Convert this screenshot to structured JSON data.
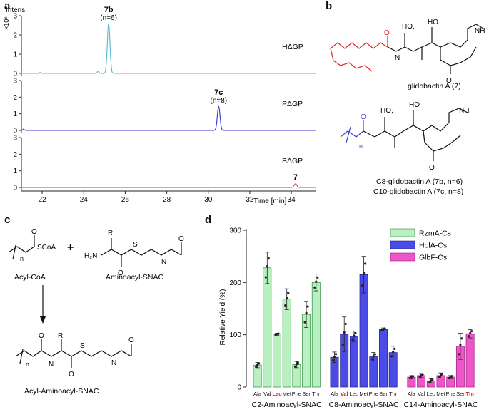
{
  "panel_labels": {
    "a": "a",
    "b": "b",
    "c": "c",
    "d": "d"
  },
  "panel_a": {
    "y_label": "Intens.",
    "y_exponent": "×10⁶",
    "x_label": "Time [min]",
    "x_ticks": [
      "22",
      "24",
      "26",
      "28",
      "30",
      "32",
      "34"
    ],
    "traces": [
      {
        "name": "HΔGP",
        "color": "#4fb8cf",
        "peak_label": "7b",
        "peak_note": "(n=6)",
        "y_ticks": [
          "0",
          "1",
          "2",
          "3"
        ]
      },
      {
        "name": "PΔGP",
        "color": "#3434d0",
        "peak_label": "7c",
        "peak_note": "(n=8)",
        "y_ticks": [
          "0",
          "1",
          "2",
          "3"
        ]
      },
      {
        "name": "BΔGP",
        "color": "#e03a3a",
        "peak_label": "7",
        "peak_note": "",
        "y_ticks": [
          "0",
          "1",
          "2",
          "3"
        ]
      }
    ]
  },
  "panel_b": {
    "top_caption": "glidobactin A (7)",
    "bottom_caption_1": "C8-glidobactin A (7b, n=6)",
    "bottom_caption_2": "C10-glidobactin A (7c, n=8)",
    "atoms": {
      "ho": "HO",
      "oh": "HO,",
      "nh": "NH",
      "n": "N",
      "h": "H",
      "o": "O",
      "sub_n": "n"
    }
  },
  "panel_c": {
    "acyl_coa": "Acyl-CoA",
    "aminoacyl_snac": "Aminoacyl-SNAC",
    "product": "Acyl-Aminoacyl-SNAC",
    "plus": "+",
    "atoms": {
      "scoa": "SCoA",
      "r": "R",
      "h2n": "H₂N",
      "s": "S",
      "n": "N",
      "h": "H",
      "o": "O",
      "sub_n": "n"
    }
  },
  "chart_data": {
    "type": "bar",
    "ylabel": "Relative Yield (%)",
    "ylim": [
      0,
      300
    ],
    "yticks": [
      0,
      100,
      200,
      300
    ],
    "legend_position": "top-right",
    "groups": [
      {
        "name": "C2-Aminoacyl-SNAC",
        "series": "RzmA-Cs",
        "categories": [
          "Ala",
          "Val",
          "Leu",
          "Met",
          "Phe",
          "Ser",
          "Thr"
        ],
        "highlight": [
          "Leu"
        ],
        "values": [
          42,
          228,
          101,
          168,
          43,
          139,
          200
        ],
        "errors": [
          5,
          30,
          2,
          20,
          6,
          25,
          16
        ]
      },
      {
        "name": "C8-Aminoacyl-SNAC",
        "series": "HolA-Cs",
        "categories": [
          "Ala",
          "Val",
          "Leu",
          "Met",
          "Phe",
          "Ser",
          "Thr"
        ],
        "highlight": [
          "Val"
        ],
        "values": [
          57,
          101,
          97,
          215,
          58,
          110,
          66
        ],
        "errors": [
          10,
          33,
          10,
          35,
          8,
          3,
          12
        ]
      },
      {
        "name": "C14-Aminoacyl-SNAC",
        "series": "GlbF-Cs",
        "categories": [
          "Ala",
          "Val",
          "Leu",
          "Met",
          "Phe",
          "Ser",
          "Thr"
        ],
        "highlight": [
          "Thr"
        ],
        "values": [
          19,
          22,
          12,
          22,
          19,
          78,
          102
        ],
        "errors": [
          3,
          4,
          4,
          5,
          3,
          25,
          8
        ]
      }
    ],
    "series": [
      {
        "name": "RzmA-Cs",
        "color": "#b8f0c0",
        "edge": "#2e8b3e"
      },
      {
        "name": "HolA-Cs",
        "color": "#4b4be8",
        "edge": "#22228a"
      },
      {
        "name": "GlbF-Cs",
        "color": "#ee55c8",
        "edge": "#99207e"
      }
    ],
    "highlight_color": "#e01b1b"
  }
}
